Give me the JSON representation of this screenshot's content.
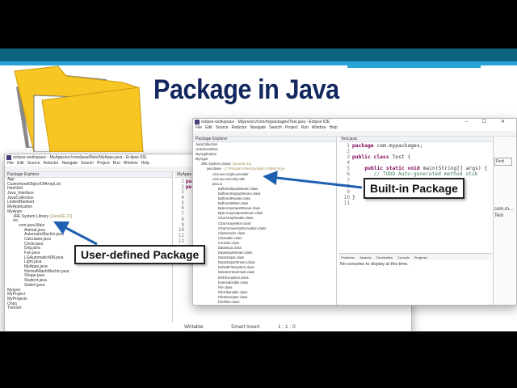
{
  "slide": {
    "title": "Package in Java"
  },
  "left_window": {
    "title": "eclipse-workspace - MyApps/src/com/java/Main/MyApps.java - Eclipse IDE",
    "menu": [
      "File",
      "Edit",
      "Source",
      "Refactor",
      "Navigate",
      "Search",
      "Project",
      "Run",
      "Window",
      "Help"
    ],
    "view_tab": "Package Explorer",
    "editor_tab": "MyApps",
    "tree": [
      {
        "t": "App",
        "d": 0
      },
      {
        "t": "CustomizedObjectOfArrayList",
        "d": 0
      },
      {
        "t": "HashSet",
        "d": 0
      },
      {
        "t": "Java_Interface",
        "d": 0
      },
      {
        "t": "JavaCollection",
        "d": 0
      },
      {
        "t": "LinkedHashset",
        "d": 0
      },
      {
        "t": "MyApplication",
        "d": 0
      },
      {
        "t": "MyApps",
        "d": 0
      },
      {
        "t": "JRE System Library",
        "x": "[JavaSE-21]",
        "d": 1
      },
      {
        "t": "src",
        "d": 1
      },
      {
        "t": "com.java.Main",
        "d": 2
      },
      {
        "t": "Animal.java",
        "d": 3
      },
      {
        "t": "AutomaticMachin.java",
        "d": 3
      },
      {
        "t": "Calculator.java",
        "d": 3
      },
      {
        "t": "Circle.java",
        "d": 3
      },
      {
        "t": "Dog.java",
        "d": 3
      },
      {
        "t": "Fan.java",
        "d": 3
      },
      {
        "t": "LGAutomaticWM.java",
        "d": 3
      },
      {
        "t": "Light.java",
        "d": 3
      },
      {
        "t": "MyApps.java",
        "d": 3
      },
      {
        "t": "NormalWashMachin.java",
        "d": 3
      },
      {
        "t": "Shape.java",
        "d": 3
      },
      {
        "t": "Student.java",
        "d": 3
      },
      {
        "t": "Switch.java",
        "d": 3
      },
      {
        "t": "Myspro",
        "d": 0
      },
      {
        "t": "MyProject",
        "d": 0
      },
      {
        "t": "MyProjects",
        "d": 0
      },
      {
        "t": "Oops",
        "d": 0
      },
      {
        "t": "TreeSet",
        "d": 0
      }
    ],
    "line_numbers": [
      "1",
      "2",
      "3",
      "4",
      "5",
      "6",
      "7",
      "8",
      "9",
      "10",
      "11",
      "12"
    ],
    "code_prefix": [
      "pa",
      "pu"
    ],
    "status": {
      "mode": "Writable",
      "insert": "Smart Insert",
      "pos": "1 : 1 : 0"
    }
  },
  "right_window": {
    "title": "eclipse-workspace - Mypro/src/com/mypackages/Test.java - Eclipse IDE",
    "menu": [
      "File",
      "Edit",
      "Source",
      "Refactor",
      "Navigate",
      "Search",
      "Project",
      "Run",
      "Window",
      "Help"
    ],
    "view_tab": "Package Explorer",
    "editor_tab": "Test.java",
    "tree": [
      {
        "t": "JavaCollection",
        "d": 0
      },
      {
        "t": "LinkedHashset",
        "d": 0
      },
      {
        "t": "MyApplication",
        "d": 0
      },
      {
        "t": "MyApps",
        "d": 0
      },
      {
        "t": "JRE System Library",
        "x": "[JavaSE-21]",
        "d": 1
      },
      {
        "t": "java.base",
        "x": "- C:\\Program Files\\Java\\jdk-21\\lib\\jrt-fs.jar",
        "d": 2
      },
      {
        "t": "com.sun.crypto.provider",
        "d": 3
      },
      {
        "t": "com.sun.security.ntlm",
        "d": 3
      },
      {
        "t": "java.io",
        "d": 3
      },
      {
        "t": "BufferedInputStream.class",
        "d": 4
      },
      {
        "t": "BufferedOutputStream.class",
        "d": 4
      },
      {
        "t": "BufferedReader.class",
        "d": 4
      },
      {
        "t": "BufferedWriter.class",
        "d": 4
      },
      {
        "t": "ByteArrayInputStream.class",
        "d": 4
      },
      {
        "t": "ByteArrayOutputStream.class",
        "d": 4
      },
      {
        "t": "CharArrayReader.class",
        "d": 4
      },
      {
        "t": "CharArrayWriter.class",
        "d": 4
      },
      {
        "t": "CharConversionException.class",
        "d": 4
      },
      {
        "t": "ClassCache.class",
        "d": 4
      },
      {
        "t": "Closeable.class",
        "d": 4
      },
      {
        "t": "Console.class",
        "d": 4
      },
      {
        "t": "DataInput.class",
        "d": 4
      },
      {
        "t": "DataInputStream.class",
        "d": 4
      },
      {
        "t": "DataOutput.class",
        "d": 4
      },
      {
        "t": "DataOutputStream.class",
        "d": 4
      },
      {
        "t": "DefaultFileSystem.class",
        "d": 4
      },
      {
        "t": "DeleteOnExitHook.class",
        "d": 4
      },
      {
        "t": "EOFException.class",
        "d": 4
      },
      {
        "t": "Externalizable.class",
        "d": 4
      },
      {
        "t": "File.class",
        "d": 4
      },
      {
        "t": "FileCleanable.class",
        "d": 4
      },
      {
        "t": "FileDescriptor.class",
        "d": 4
      },
      {
        "t": "FileFilter.class",
        "d": 4
      }
    ],
    "code": [
      {
        "n": "1",
        "parts": [
          [
            "kw",
            "package"
          ],
          [
            "",
            "com.mypackages;"
          ]
        ]
      },
      {
        "n": "2",
        "parts": []
      },
      {
        "n": "3",
        "parts": [
          [
            "kw",
            "public class"
          ],
          [
            "",
            "Test {"
          ]
        ]
      },
      {
        "n": "4",
        "parts": []
      },
      {
        "n": "5",
        "parts": [
          [
            "",
            "   "
          ],
          [
            "kw",
            "public static void"
          ],
          [
            "",
            "main(String[] args) {"
          ]
        ]
      },
      {
        "n": "6",
        "parts": [
          [
            "cm",
            "       // TODO Auto-generated method stub"
          ]
        ]
      },
      {
        "n": "7",
        "parts": []
      },
      {
        "n": "8",
        "parts": []
      },
      {
        "n": "9",
        "parts": []
      },
      {
        "n": "10",
        "parts": [
          [
            "",
            "}"
          ]
        ]
      },
      {
        "n": "11",
        "parts": []
      }
    ],
    "bottom_tabs": [
      "Problems",
      "Javadoc",
      "Declaration",
      "Console",
      "Progress"
    ],
    "console_text": "No consoles to display at this time.",
    "find_label": "Find",
    "outline": [
      "com.m...",
      "Test"
    ]
  },
  "callouts": {
    "user_defined": "User-defined Package",
    "built_in": "Built-in Package"
  },
  "colors": {
    "title": "#13285e",
    "band": "#0e6380",
    "accent": "#2aa3d6",
    "arrow": "#1f5fb0",
    "folder": "#f7c623"
  }
}
